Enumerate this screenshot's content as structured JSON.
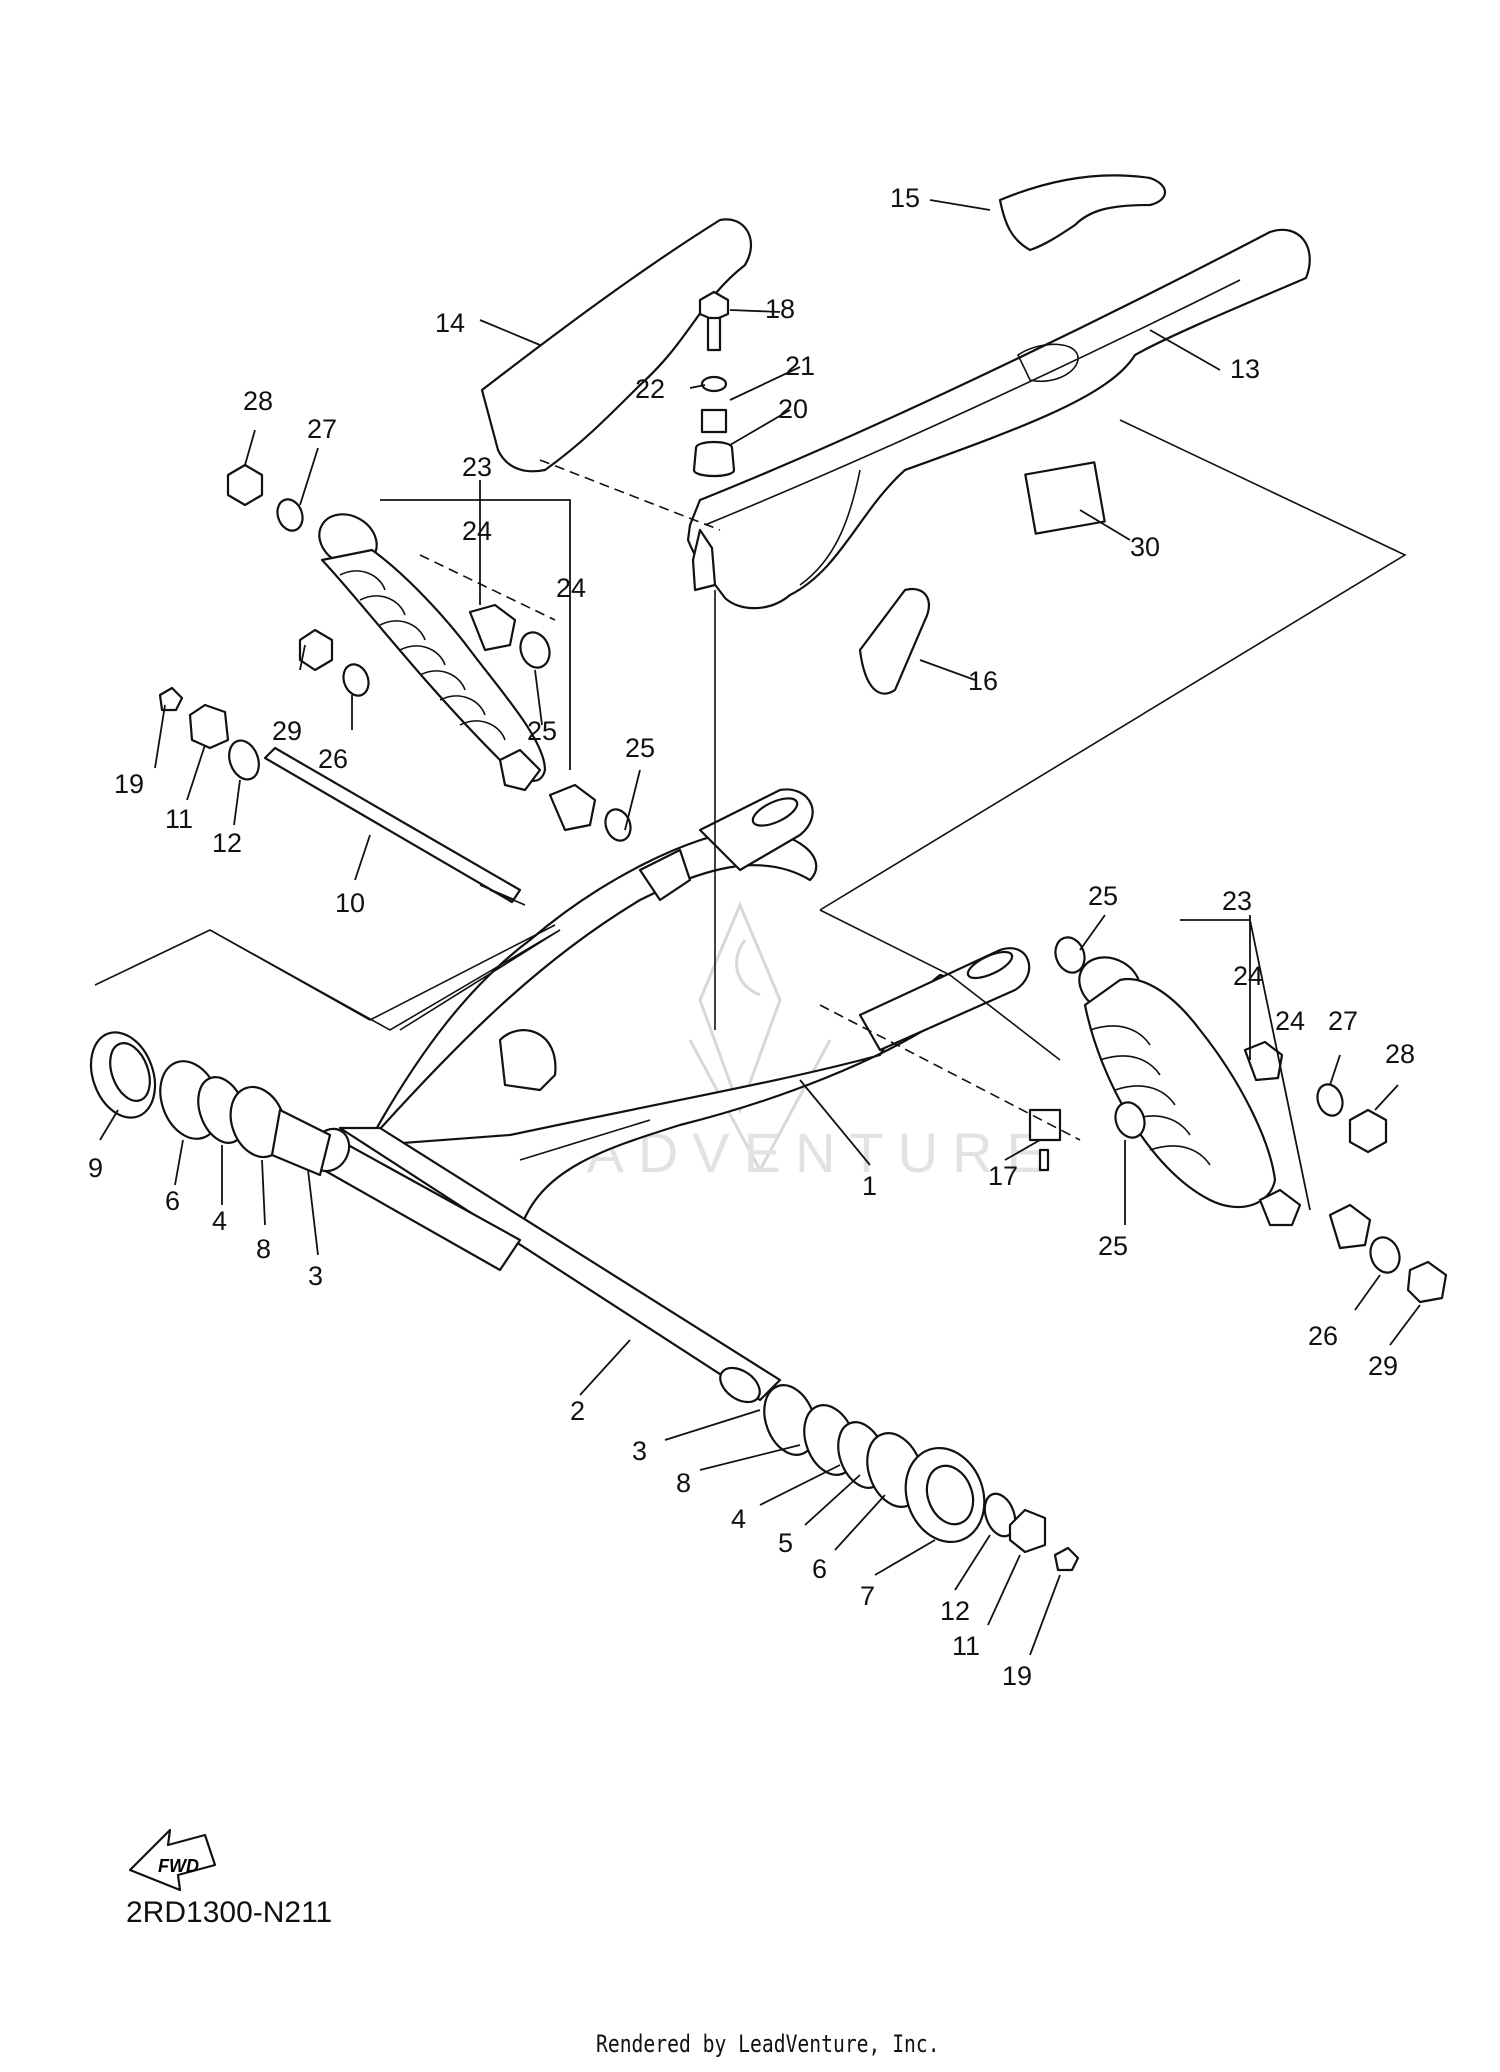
{
  "diagram": {
    "reference_code": "2RD1300-N211",
    "footer_credit": "Rendered by LeadVenture, Inc.",
    "watermark_text": "LEADVENTURE",
    "fwd_label": "FWD",
    "callouts": [
      {
        "id": "c15",
        "label": "15"
      },
      {
        "id": "c14",
        "label": "14"
      },
      {
        "id": "c18",
        "label": "18"
      },
      {
        "id": "c21",
        "label": "21"
      },
      {
        "id": "c22",
        "label": "22"
      },
      {
        "id": "c20",
        "label": "20"
      },
      {
        "id": "c13",
        "label": "13"
      },
      {
        "id": "c28a",
        "label": "28"
      },
      {
        "id": "c27a",
        "label": "27"
      },
      {
        "id": "c23a",
        "label": "23"
      },
      {
        "id": "c24a",
        "label": "24"
      },
      {
        "id": "c24b",
        "label": "24"
      },
      {
        "id": "c30",
        "label": "30"
      },
      {
        "id": "c16",
        "label": "16"
      },
      {
        "id": "c29a",
        "label": "29"
      },
      {
        "id": "c26a",
        "label": "26"
      },
      {
        "id": "c25a",
        "label": "25"
      },
      {
        "id": "c19a",
        "label": "19"
      },
      {
        "id": "c11a",
        "label": "11"
      },
      {
        "id": "c12a",
        "label": "12"
      },
      {
        "id": "c25b",
        "label": "25"
      },
      {
        "id": "c10",
        "label": "10"
      },
      {
        "id": "c25c",
        "label": "25"
      },
      {
        "id": "c23b",
        "label": "23"
      },
      {
        "id": "c24c",
        "label": "24"
      },
      {
        "id": "c24d",
        "label": "24"
      },
      {
        "id": "c27b",
        "label": "27"
      },
      {
        "id": "c28b",
        "label": "28"
      },
      {
        "id": "c9",
        "label": "9"
      },
      {
        "id": "c6a",
        "label": "6"
      },
      {
        "id": "c4a",
        "label": "4"
      },
      {
        "id": "c8a",
        "label": "8"
      },
      {
        "id": "c3a",
        "label": "3"
      },
      {
        "id": "c1",
        "label": "1"
      },
      {
        "id": "c17",
        "label": "17"
      },
      {
        "id": "c25d",
        "label": "25"
      },
      {
        "id": "c26b",
        "label": "26"
      },
      {
        "id": "c29b",
        "label": "29"
      },
      {
        "id": "c2",
        "label": "2"
      },
      {
        "id": "c3b",
        "label": "3"
      },
      {
        "id": "c8b",
        "label": "8"
      },
      {
        "id": "c4b",
        "label": "4"
      },
      {
        "id": "c5",
        "label": "5"
      },
      {
        "id": "c6b",
        "label": "6"
      },
      {
        "id": "c7",
        "label": "7"
      },
      {
        "id": "c12b",
        "label": "12"
      },
      {
        "id": "c11b",
        "label": "11"
      },
      {
        "id": "c19b",
        "label": "19"
      }
    ]
  }
}
